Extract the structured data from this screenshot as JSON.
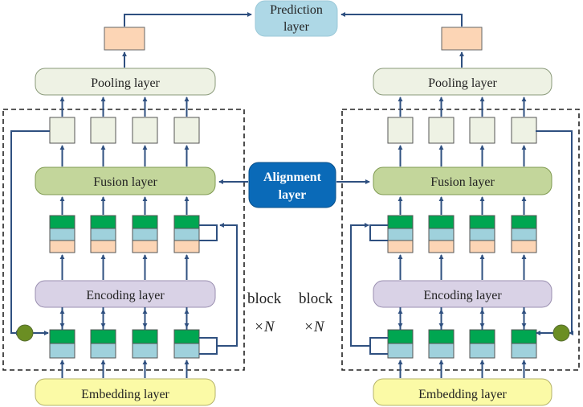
{
  "prediction": {
    "line1": "Prediction",
    "line2": "layer"
  },
  "alignment": {
    "line1": "Alignment",
    "line2": "layer"
  },
  "layers": {
    "pooling": "Pooling layer",
    "fusion": "Fusion layer",
    "encoding": "Encoding layer",
    "embedding": "Embedding layer"
  },
  "repeat": {
    "word": "block",
    "times": "×N"
  },
  "colors": {
    "arrow": "#2f5080",
    "prediction_fill": "#aed8e6",
    "alignment_fill": "#0a6ab8",
    "pooling_fill": "#eef2e4",
    "fusion_fill": "#c3d69b",
    "encoding_fill": "#d9d2e6",
    "embedding_fill": "#fbfaa6",
    "output_box": "#fcd5b5",
    "cell_green": "#00a651",
    "cell_blue": "#9fd1dc",
    "cell_peach": "#fcd5b5",
    "cell_pale": "#eef2e4",
    "dot": "#6b8e23"
  }
}
